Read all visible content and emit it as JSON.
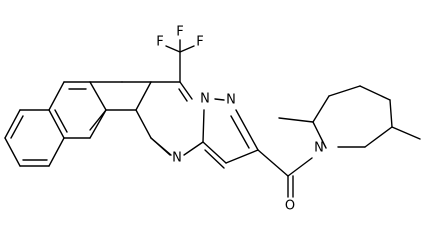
{
  "molecule": {
    "atom_labels": {
      "f_top": "F",
      "f_left": "F",
      "f_right": "F",
      "n_bridgehead": "N",
      "n_pyrazole": "N",
      "n_pyrimidine": "N",
      "n_amide": "N",
      "o_carbonyl": "O"
    },
    "colors": {
      "bond": "#000000",
      "label": "#000000",
      "background": "#ffffff"
    }
  }
}
